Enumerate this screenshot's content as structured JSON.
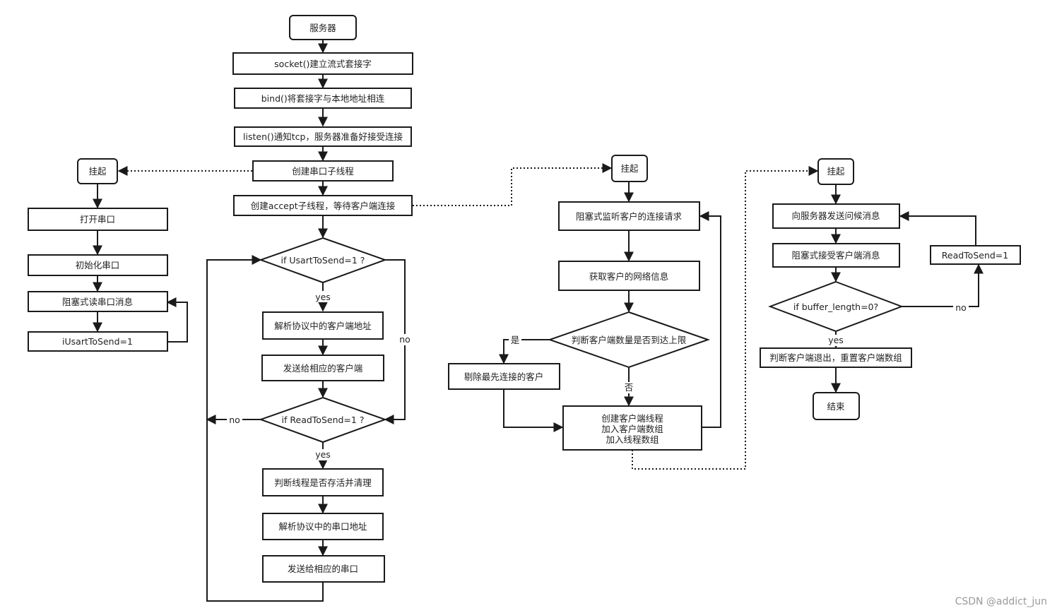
{
  "nodes": {
    "server": "服务器",
    "socket": "socket()建立流式套接字",
    "bind": "bind()将套接字与本地地址相连",
    "listen": "listen()通知tcp，服务器准备好接受连接",
    "create_serial_thread": "创建串口子线程",
    "create_accept_thread": "创建accept子线程，等待客户端连接",
    "if_usart": "if UsartToSend=1 ?",
    "parse_client_addr": "解析协议中的客户端地址",
    "send_to_client": "发送给相应的客户端",
    "if_read": "if ReadToSend=1 ?",
    "check_threads": "判断线程是否存活并清理",
    "parse_serial_addr": "解析协议中的串口地址",
    "send_to_serial": "发送给相应的串口",
    "suspend1": "挂起",
    "open_serial": "打开串口",
    "init_serial": "初始化串口",
    "block_read_serial": "阻塞式读串口消息",
    "iusart": "iUsartToSend=1",
    "suspend2": "挂起",
    "block_listen": "阻塞式监听客户的连接请求",
    "get_net_info": "获取客户的网络信息",
    "check_client_limit": "判断客户端数量是否到达上限",
    "delete_first_client": "剔除最先连接的客户",
    "create_client_thread_l1": "创建客户端线程",
    "create_client_thread_l2": "加入客户端数组",
    "create_client_thread_l3": "加入线程数组",
    "suspend3": "挂起",
    "send_greeting": "向服务器发送问候消息",
    "block_recv_client": "阻塞式接受客户端消息",
    "if_buffer": "if buffer_length=0?",
    "read_to_send": "ReadToSend=1",
    "client_exit": "判断客户端退出，重置客户端数组",
    "end": "结束"
  },
  "edge_labels": {
    "usart_yes": "yes",
    "usart_no": "no",
    "read_no": "no",
    "read_yes": "yes",
    "limit_yes": "是",
    "limit_no": "否",
    "buffer_no": "no",
    "buffer_yes": "yes"
  },
  "watermark": "CSDN @addict_jun"
}
